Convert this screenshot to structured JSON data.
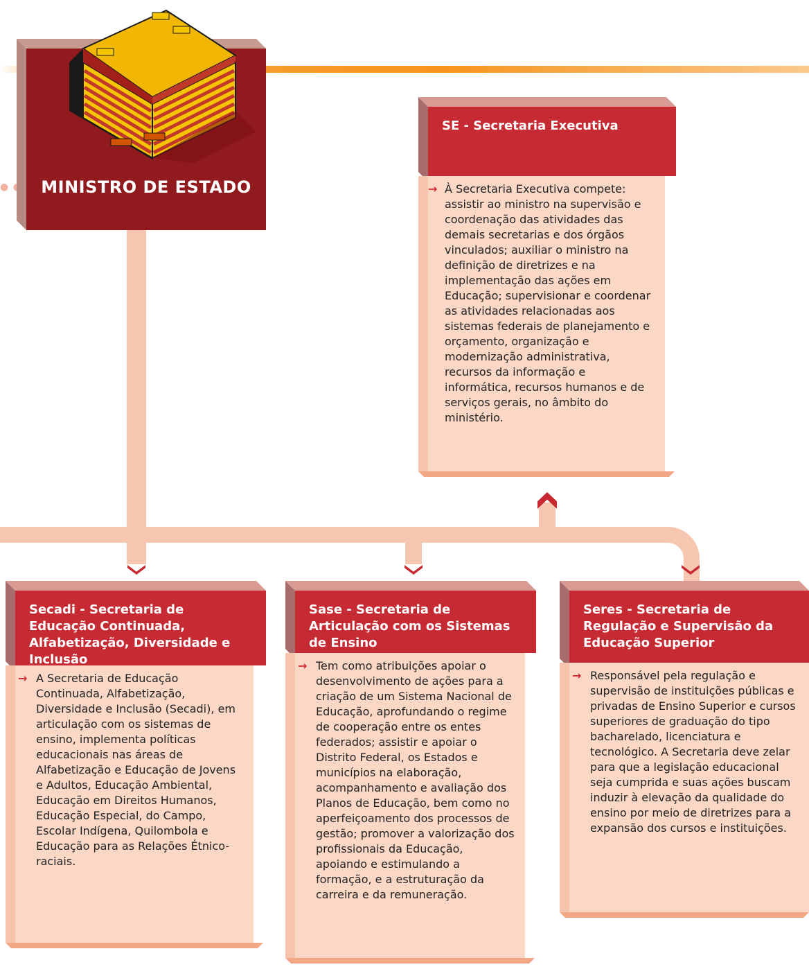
{
  "minister": {
    "title": "MINISTRO DE ESTADO",
    "building_icon": "building-icon"
  },
  "cards": [
    {
      "id": "se",
      "title": "SE - Secretaria Executiva",
      "bullet": "→",
      "text": "À Secretaria Executiva compete: assistir ao ministro na supervisão e coordenação das atividades das demais secretarias e dos órgãos vinculados; auxiliar o ministro na definição de diretrizes e na implementação das ações em Educação; supervisionar e coordenar as atividades relacionadas aos sistemas federais de planejamento e orçamento, organização e modernização administrativa, recursos da informação e informática, recursos humanos e de serviços gerais, no âmbito do ministério."
    },
    {
      "id": "secadi",
      "title": "Secadi - Secretaria de Educação Continuada, Alfabetização, Diversidade e Inclusão",
      "bullet": "→",
      "text": "A Secretaria de Educação Continuada, Alfabetização, Diversidade e Inclusão (Secadi), em articulação com os sistemas de ensino, implementa políticas educacionais nas áreas de Alfabetização e Educação de Jovens e Adultos, Educação Ambiental, Educação em Direitos Humanos, Educação Especial, do Campo, Escolar Indígena, Quilombola e Educação para as Relações Étnico-raciais."
    },
    {
      "id": "sase",
      "title": "Sase - Secretaria de Articulação com os Sistemas de Ensino",
      "bullet": "→",
      "text": "Tem como atribuições apoiar o desenvolvimento de ações para a criação de um Sistema Nacional de Educação, aprofundando o regime de cooperação entre os entes federados; assistir e apoiar o Distrito Federal, os Estados e municípios na elaboração, acompanhamento e avaliação dos Planos de Educação, bem como no aperfeiçoamento dos processos de gestão; promover a valorização dos profissionais da Educação, apoiando e estimulando a formação, e a estruturação da carreira e da remuneração."
    },
    {
      "id": "seres",
      "title": "Seres - Secretaria de Regulação e Supervisão da Educação Superior",
      "bullet": "→",
      "text": "Responsável pela regulação e supervisão de instituições públicas e privadas de Ensino Superior e cursos superiores de graduação do tipo bacharelado, licenciatura e tecnológico. A Secretaria deve zelar para que a legislação educacional seja cumprida e suas ações buscam induzir à elevação da qualidade do ensino por meio de diretrizes para a expansão dos cursos e instituições."
    }
  ],
  "colors": {
    "header_red": "#c62a33",
    "minister_red": "#901a1e",
    "body_peach": "#fbd7c6",
    "connector": "#f7c6b0",
    "line_orange": "#f7941e"
  }
}
